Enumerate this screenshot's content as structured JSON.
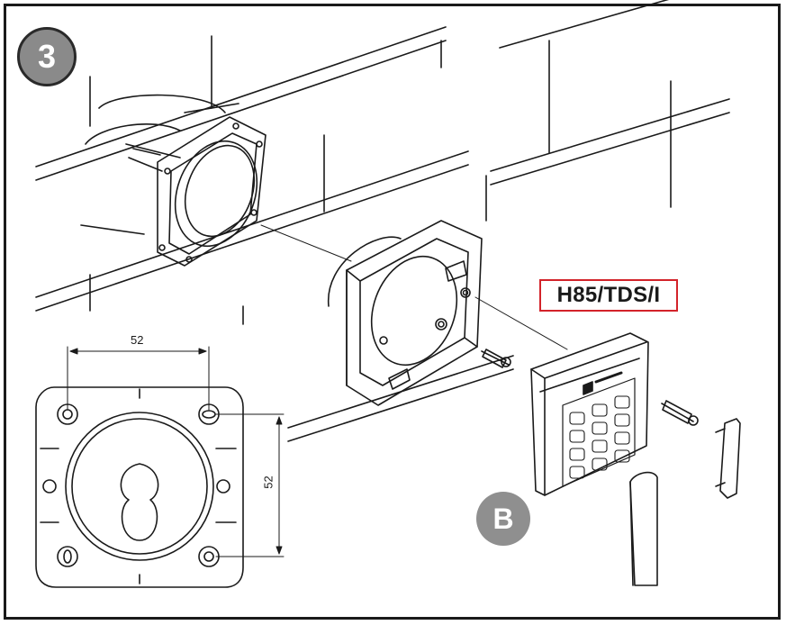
{
  "step": {
    "number": "3"
  },
  "part": {
    "letter": "B"
  },
  "model": {
    "label": "H85/TDS/I"
  },
  "dimensions": {
    "width": "52",
    "height": "52"
  },
  "colors": {
    "accent_border": "#d3232a",
    "badge": "#8a8a8a",
    "line": "#1a1a1a"
  }
}
